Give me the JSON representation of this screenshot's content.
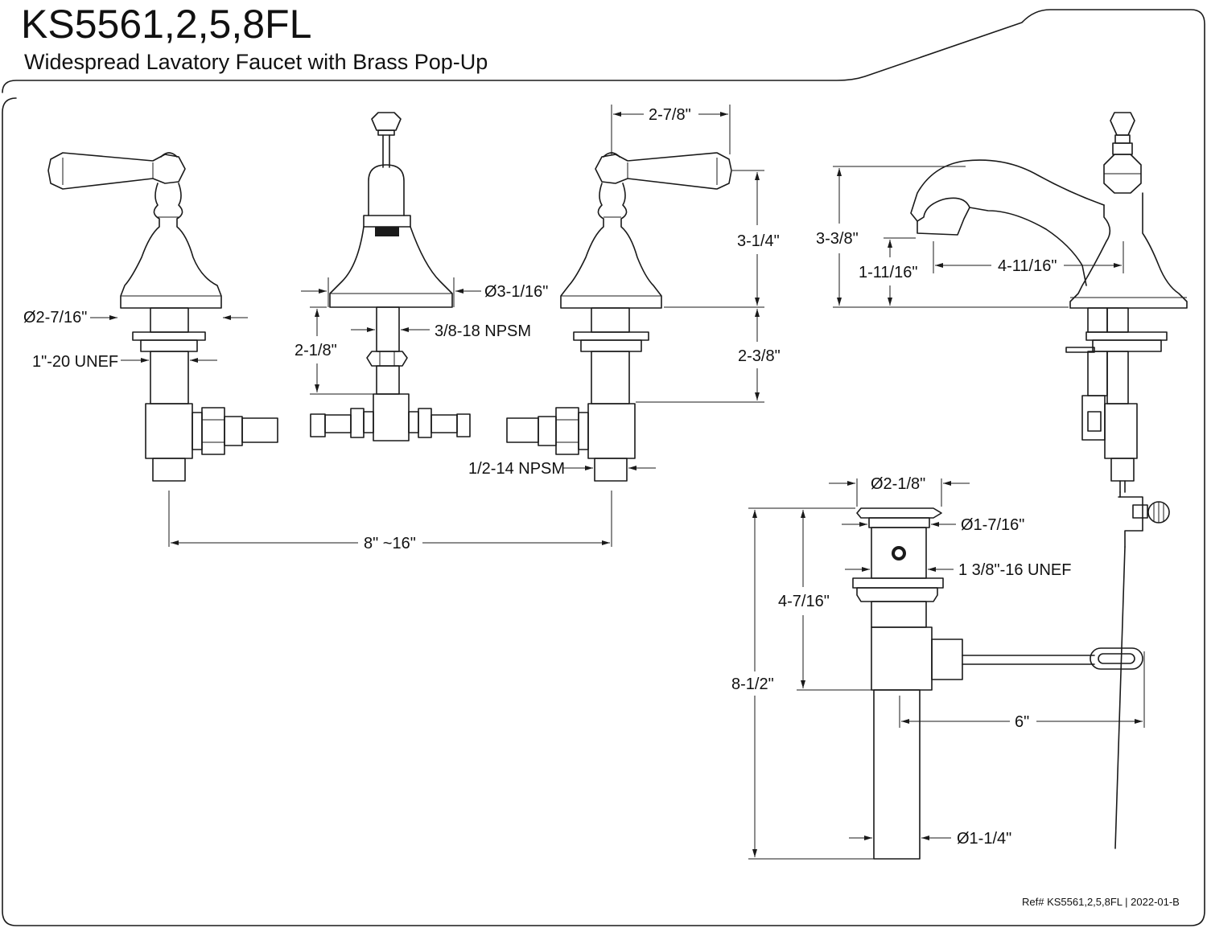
{
  "header": {
    "model": "KS5561,2,5,8FL",
    "subtitle": "Widespread Lavatory Faucet with Brass Pop-Up"
  },
  "dimensions": {
    "handle_width": "2-7/8\"",
    "spout_dia": "Ø3-1/16\"",
    "flange_dia": "Ø2-7/16\"",
    "handle_thread": "1\"-20 UNEF",
    "spout_thread": "3/8-18 NPSM",
    "spout_shank": "2-1/8\"",
    "handle_height": "3-1/4\"",
    "handle_shank": "2-3/8\"",
    "inlet_thread": "1/2-14 NPSM",
    "spread": "8\" ~16\"",
    "spout_height": "3-3/8\"",
    "aerator_height": "1-11/16\"",
    "spout_reach": "4-11/16\"",
    "drain_flange_dia": "Ø2-1/8\"",
    "drain_top_dia": "Ø1-7/16\"",
    "drain_thread": "1 3/8\"-16 UNEF",
    "drain_body_height": "4-7/16\"",
    "drain_total_height": "8-1/2\"",
    "lift_rod_reach": "6\"",
    "tailpiece_dia": "Ø1-1/4\""
  },
  "footer": {
    "ref": "Ref# KS5561,2,5,8FL | 2022-01-B"
  }
}
